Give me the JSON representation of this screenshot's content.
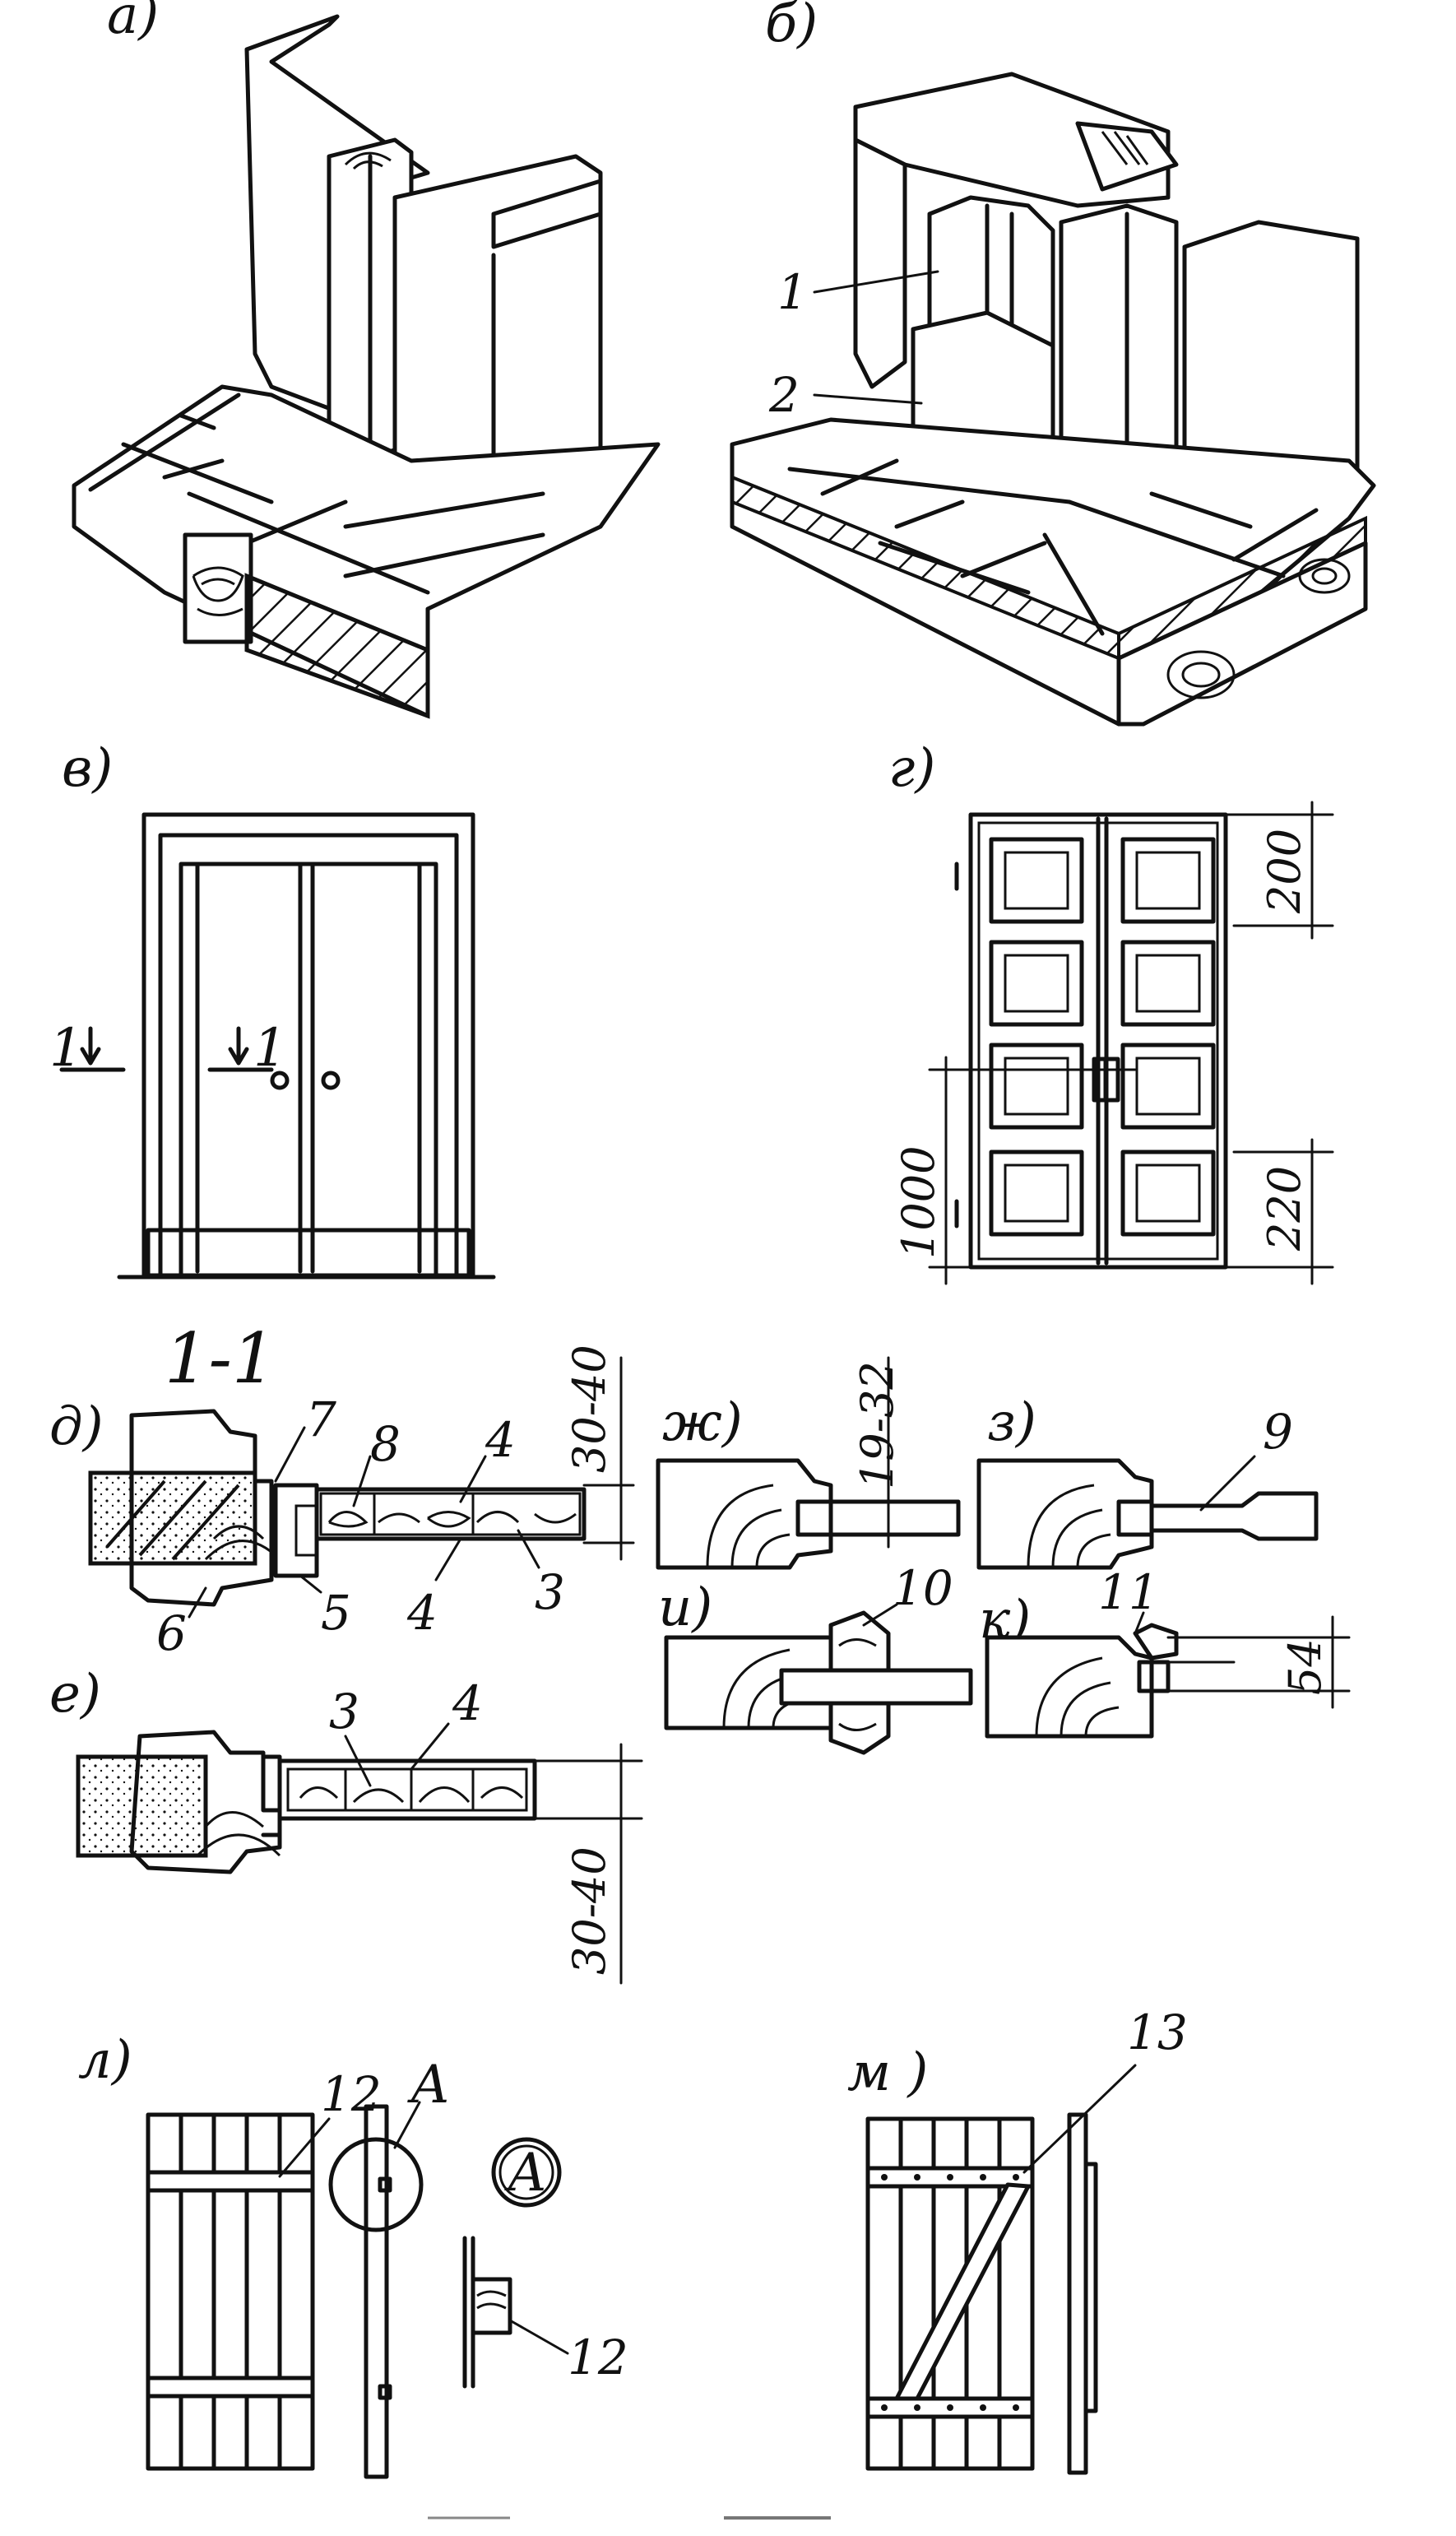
{
  "panels": {
    "a": "а)",
    "b": "б)",
    "v": "в)",
    "g": "г)",
    "d": "д)",
    "e": "е)",
    "zh": "ж)",
    "z": "з)",
    "i": "и)",
    "k": "к)",
    "l": "л)",
    "m": "м )"
  },
  "section_label": "1-1",
  "cut_marks": [
    "1",
    "1"
  ],
  "callouts": {
    "b": [
      "1",
      "2"
    ],
    "d": [
      "7",
      "8",
      "4",
      "6",
      "5",
      "4",
      "3"
    ],
    "e": [
      "3",
      "4"
    ],
    "z": [
      "9"
    ],
    "i": [
      "10"
    ],
    "k": [
      "11"
    ],
    "l": [
      "12",
      "A",
      "12"
    ],
    "m": [
      "13"
    ]
  },
  "detail_marker": "A",
  "dimensions": {
    "g_top": "200",
    "g_mid": "220",
    "g_left": "1000",
    "d": "30-40",
    "e": "30-40",
    "zh": "19-32",
    "k": "54"
  }
}
